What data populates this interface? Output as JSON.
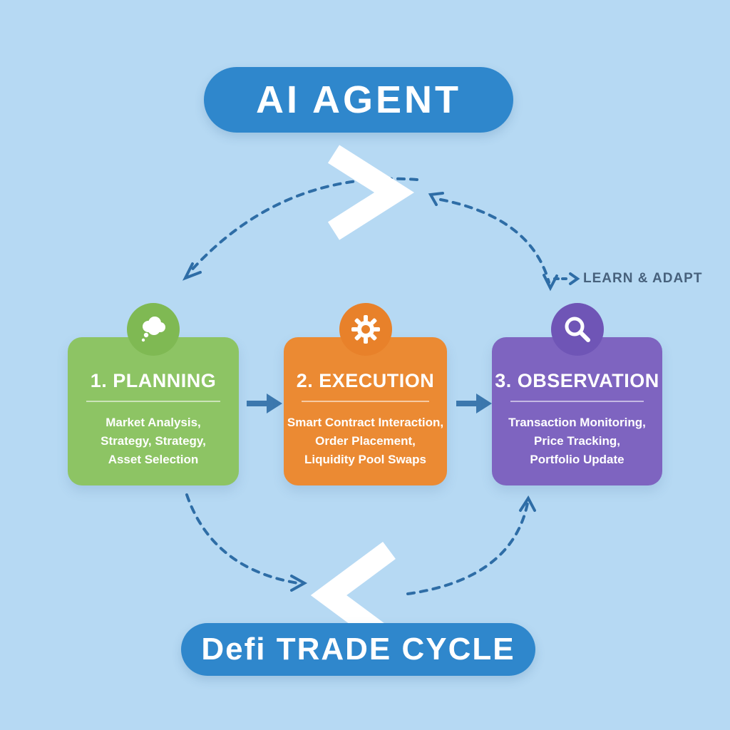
{
  "background_color": "#b6d9f3",
  "header": {
    "label": "AI AGENT",
    "color": "#2f87cc"
  },
  "footer": {
    "label": "Defi TRADE CYCLE",
    "color": "#2f87cc"
  },
  "learn_adapt": {
    "label": "LEARN & ADAPT",
    "color": "#47617c"
  },
  "cards": [
    {
      "title": "1. PLANNING",
      "icon": "thought-bubble-icon",
      "color": "#8dc464",
      "icon_circle_color": "#7fb953",
      "lines": [
        "Market Analysis,",
        "Strategy, Strategy,",
        "Asset Selection"
      ]
    },
    {
      "title": "2. EXECUTION",
      "icon": "gear-icon",
      "color": "#eb8a33",
      "icon_circle_color": "#e8812a",
      "lines": [
        "Smart Contract Interaction,",
        "Order Placement,",
        "Liquidity Pool Swaps"
      ]
    },
    {
      "title": "3. OBSERVATION",
      "icon": "magnifier-icon",
      "color": "#7e64c0",
      "icon_circle_color": "#6f55b6",
      "lines": [
        "Transaction Monitoring,",
        "Price Tracking,",
        "Portfolio Update"
      ]
    }
  ],
  "arrows": {
    "dashed_color": "#2e6da6",
    "solid_color": "#3c78ae",
    "chevron_color": "#ffffff"
  }
}
